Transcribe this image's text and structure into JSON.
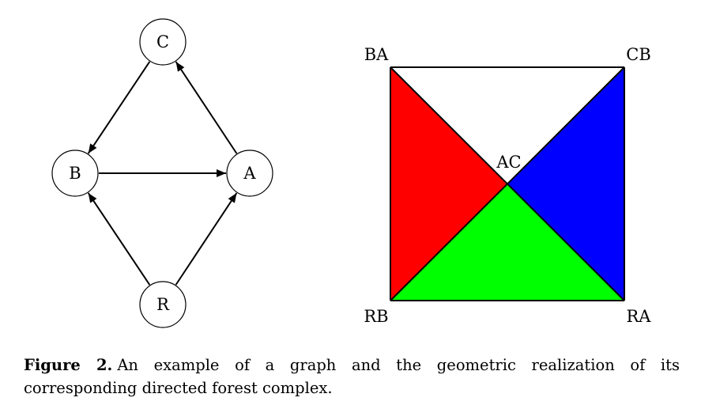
{
  "graph": {
    "nodes": [
      {
        "id": "C",
        "label": "C"
      },
      {
        "id": "B",
        "label": "B"
      },
      {
        "id": "A",
        "label": "A"
      },
      {
        "id": "R",
        "label": "R"
      }
    ],
    "edges": [
      {
        "from": "C",
        "to": "B"
      },
      {
        "from": "B",
        "to": "A"
      },
      {
        "from": "A",
        "to": "C"
      },
      {
        "from": "R",
        "to": "B"
      },
      {
        "from": "R",
        "to": "A"
      }
    ]
  },
  "complex": {
    "vertices": [
      {
        "id": "BA",
        "label": "BA"
      },
      {
        "id": "CB",
        "label": "CB"
      },
      {
        "id": "AC",
        "label": "AC"
      },
      {
        "id": "RB",
        "label": "RB"
      },
      {
        "id": "RA",
        "label": "RA"
      }
    ],
    "faces": [
      {
        "vertices": [
          "BA",
          "AC",
          "RB"
        ],
        "color": "#ff0000"
      },
      {
        "vertices": [
          "CB",
          "AC",
          "RA"
        ],
        "color": "#0000ff"
      },
      {
        "vertices": [
          "RB",
          "AC",
          "RA"
        ],
        "color": "#00ff00"
      }
    ],
    "edges": [
      [
        "BA",
        "CB"
      ],
      [
        "CB",
        "RA"
      ],
      [
        "RA",
        "RB"
      ],
      [
        "RB",
        "BA"
      ],
      [
        "BA",
        "RA"
      ],
      [
        "CB",
        "RB"
      ]
    ]
  },
  "caption": {
    "label": "Figure 2.",
    "text": "An example of a graph and the geometric realization of its corresponding directed forest complex."
  }
}
